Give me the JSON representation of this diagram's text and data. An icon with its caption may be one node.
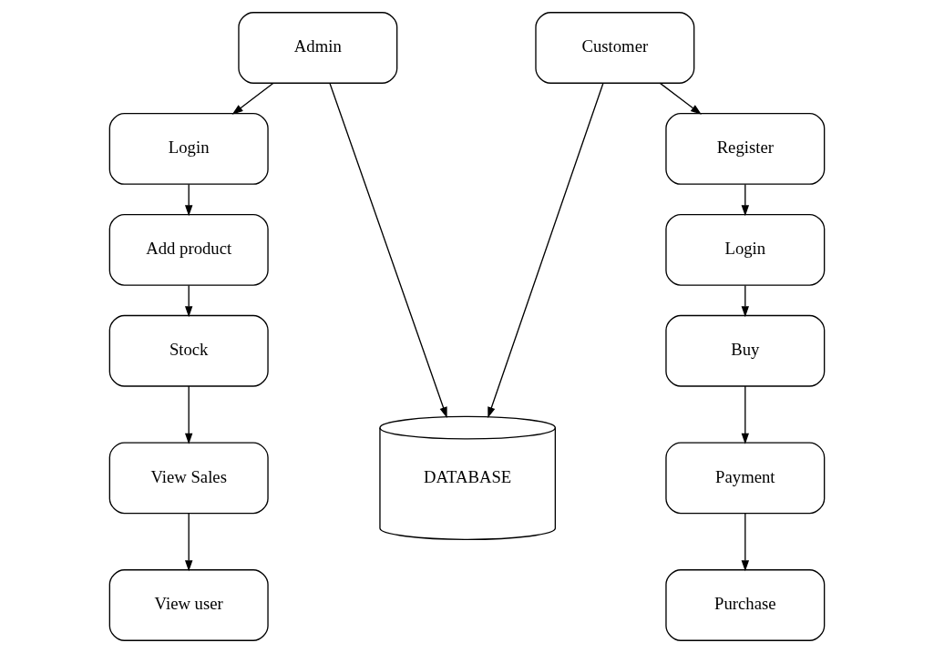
{
  "diagram": {
    "nodes": [
      {
        "text": [
          "Admin"
        ]
      },
      {
        "text": [
          "Login"
        ]
      },
      {
        "text": [
          "Add product"
        ]
      },
      {
        "text": [
          "Stock"
        ]
      },
      {
        "text": [
          "View Sales"
        ]
      },
      {
        "text": [
          "View user"
        ]
      },
      {
        "text": [
          "DATABASE"
        ]
      },
      {
        "text": [
          "Customer"
        ]
      },
      {
        "text": [
          "Register"
        ]
      },
      {
        "text": [
          "Login"
        ]
      },
      {
        "text": [
          "Buy"
        ]
      },
      {
        "text": [
          "Payment"
        ]
      },
      {
        "text": [
          "Purchase"
        ]
      }
    ],
    "edges": [
      {
        "from": 0,
        "to": 1,
        "arrow": "to"
      },
      {
        "from": 1,
        "to": 2,
        "arrow": "to"
      },
      {
        "from": 2,
        "to": 3,
        "arrow": "to"
      },
      {
        "from": 3,
        "to": 4,
        "arrow": "to"
      },
      {
        "from": 4,
        "to": 5,
        "arrow": "to"
      },
      {
        "from": 0,
        "to": 6,
        "arrow": "to"
      },
      {
        "from": 7,
        "to": 6,
        "arrow": "to"
      },
      {
        "from": 7,
        "to": 8,
        "arrow": "to"
      },
      {
        "from": 8,
        "to": 9,
        "arrow": "to"
      },
      {
        "from": 9,
        "to": 10,
        "arrow": "to"
      },
      {
        "from": 10,
        "to": 11,
        "arrow": "to"
      },
      {
        "from": 11,
        "to": 12,
        "arrow": "to"
      }
    ]
  }
}
